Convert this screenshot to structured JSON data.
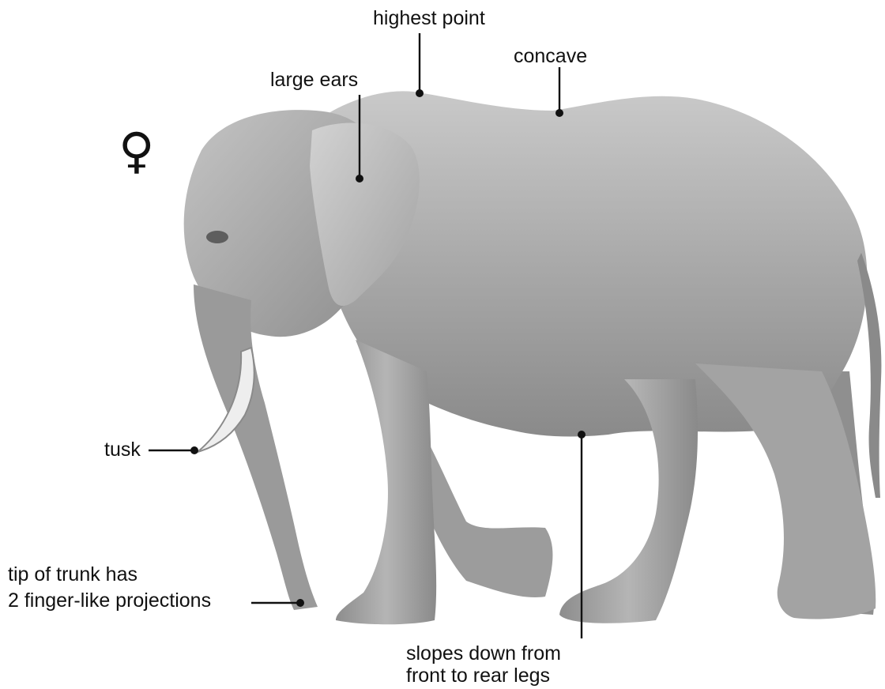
{
  "sex_symbol": "♀",
  "labels": {
    "highest_point": "highest point",
    "concave": "concave",
    "large_ears": "large ears",
    "tusk": "tusk",
    "trunk_tip_line1": "tip of trunk has",
    "trunk_tip_line2": "2 finger-like projections",
    "slope_line1": "slopes down from",
    "slope_line2": "front to rear legs"
  },
  "colors": {
    "text": "#111111",
    "body_light": "#b9b9b9",
    "body_mid": "#9a9a9a",
    "body_dark": "#6f6f6f",
    "tusk": "#efefef"
  }
}
